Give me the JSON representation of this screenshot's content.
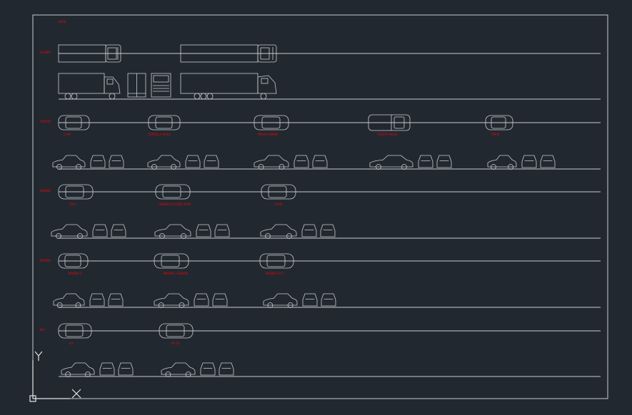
{
  "drawing": {
    "header_label": "2018",
    "colors": {
      "background": "#212830",
      "linework": "#c8ccd0",
      "text": "#ff0000",
      "axis": "#e6e6e6"
    }
  },
  "groups": {
    "trucks": "SCANIA",
    "g1": "TOYOTA",
    "g2": "HONDA",
    "g3": "MAZDA",
    "g4": "KIA"
  },
  "models": {
    "trucks": [],
    "g1": [
      "C-HR",
      "COROLLA ALTIS",
      "PRIUS HYBRID",
      "TOYOTA HILUX",
      "YARIS"
    ],
    "g2": [
      "CR-V",
      "HONDA ACCORD 2018",
      "CIVIC"
    ],
    "g3": [
      "MAZDA 2",
      "MAZDA 3 SEDAN",
      "MAZDA CX-5"
    ],
    "g4": [
      "K3",
      "K5 GT"
    ]
  },
  "ucs": {
    "x_label": "X",
    "y_label": "Y"
  }
}
